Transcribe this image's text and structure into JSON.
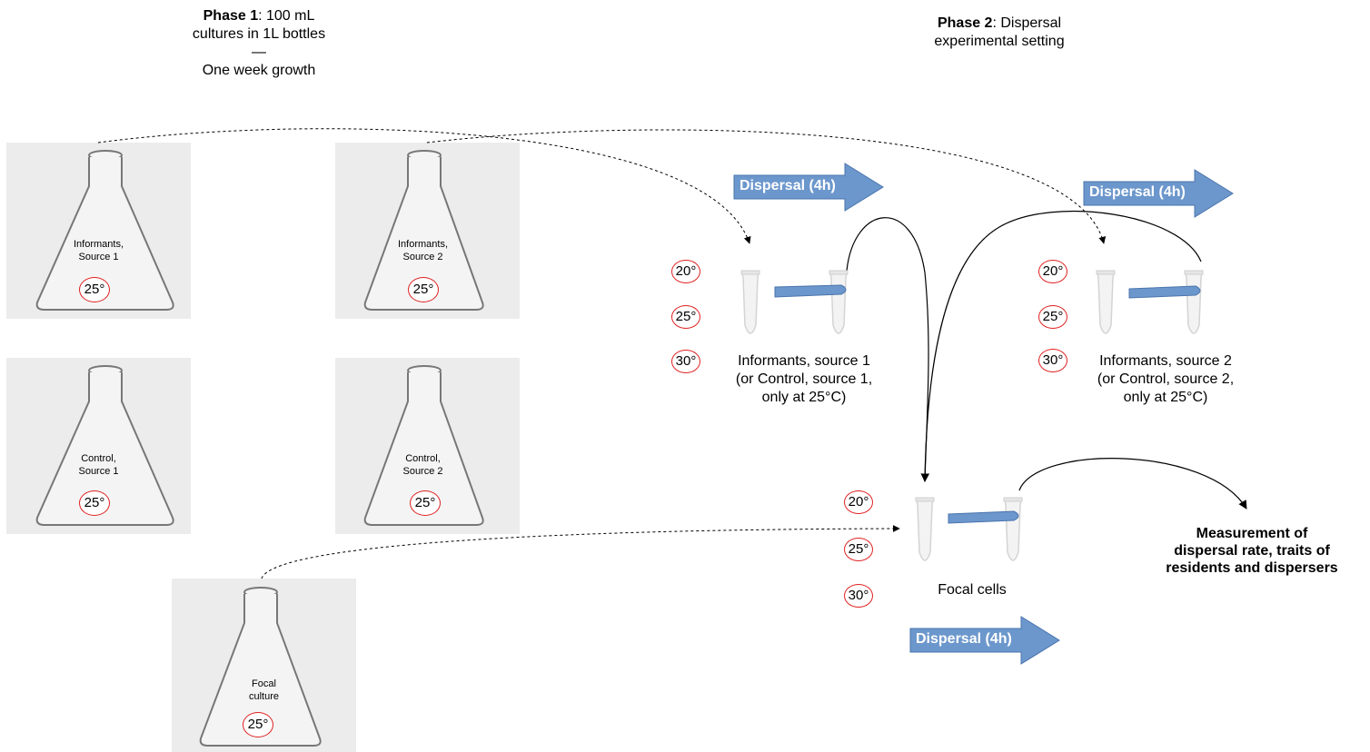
{
  "phase1": {
    "bold": "Phase 1",
    "rest": ": 100 mL",
    "line2": "cultures in 1L bottles",
    "line3": "—",
    "line4": "One week growth"
  },
  "phase2": {
    "bold": "Phase 2",
    "rest": ": Dispersal",
    "line2": "experimental setting"
  },
  "flasks": [
    {
      "line1": "Informants,",
      "line2": "Source 1",
      "temp": "25°"
    },
    {
      "line1": "Informants,",
      "line2": "Source 2",
      "temp": "25°"
    },
    {
      "line1": "Control,",
      "line2": "Source 1",
      "temp": "25°"
    },
    {
      "line1": "Control,",
      "line2": "Source 2",
      "temp": "25°"
    },
    {
      "line1": "Focal",
      "line2": "culture",
      "temp": "25°"
    }
  ],
  "dispersal_label": "Dispersal (4h)",
  "temps": [
    "20°",
    "25°",
    "30°"
  ],
  "groups": [
    {
      "line1": "Informants, source 1",
      "line2": "(or Control, source 1,",
      "line3": "only at 25°C)"
    },
    {
      "line1": "Informants, source 2",
      "line2": "(or Control, source 2,",
      "line3": "only at 25°C)"
    },
    {
      "line1": "Focal cells"
    }
  ],
  "result": {
    "line1": "Measurement of",
    "line2": "dispersal rate, traits of",
    "line3": "residents and dispersers"
  },
  "colors": {
    "arrow_fill": "#6c97cc",
    "arrow_stroke": "#4a74ad",
    "temp_ring": "#e02020",
    "flask_bg": "#ececec"
  }
}
